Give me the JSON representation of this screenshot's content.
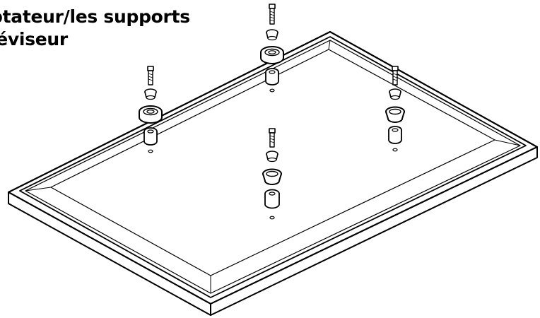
{
  "caption": {
    "line1": "ptateur/les supports",
    "line2": "léviseur"
  },
  "colors": {
    "stroke": "#000000",
    "background": "#ffffff",
    "surface": "#ffffff"
  },
  "parts": {
    "hardware_stacks": 4,
    "stack_components": [
      "screw-icon",
      "washer-icon",
      "spacer-ring-icon",
      "bushing-icon",
      "mounting-hole-icon"
    ]
  }
}
